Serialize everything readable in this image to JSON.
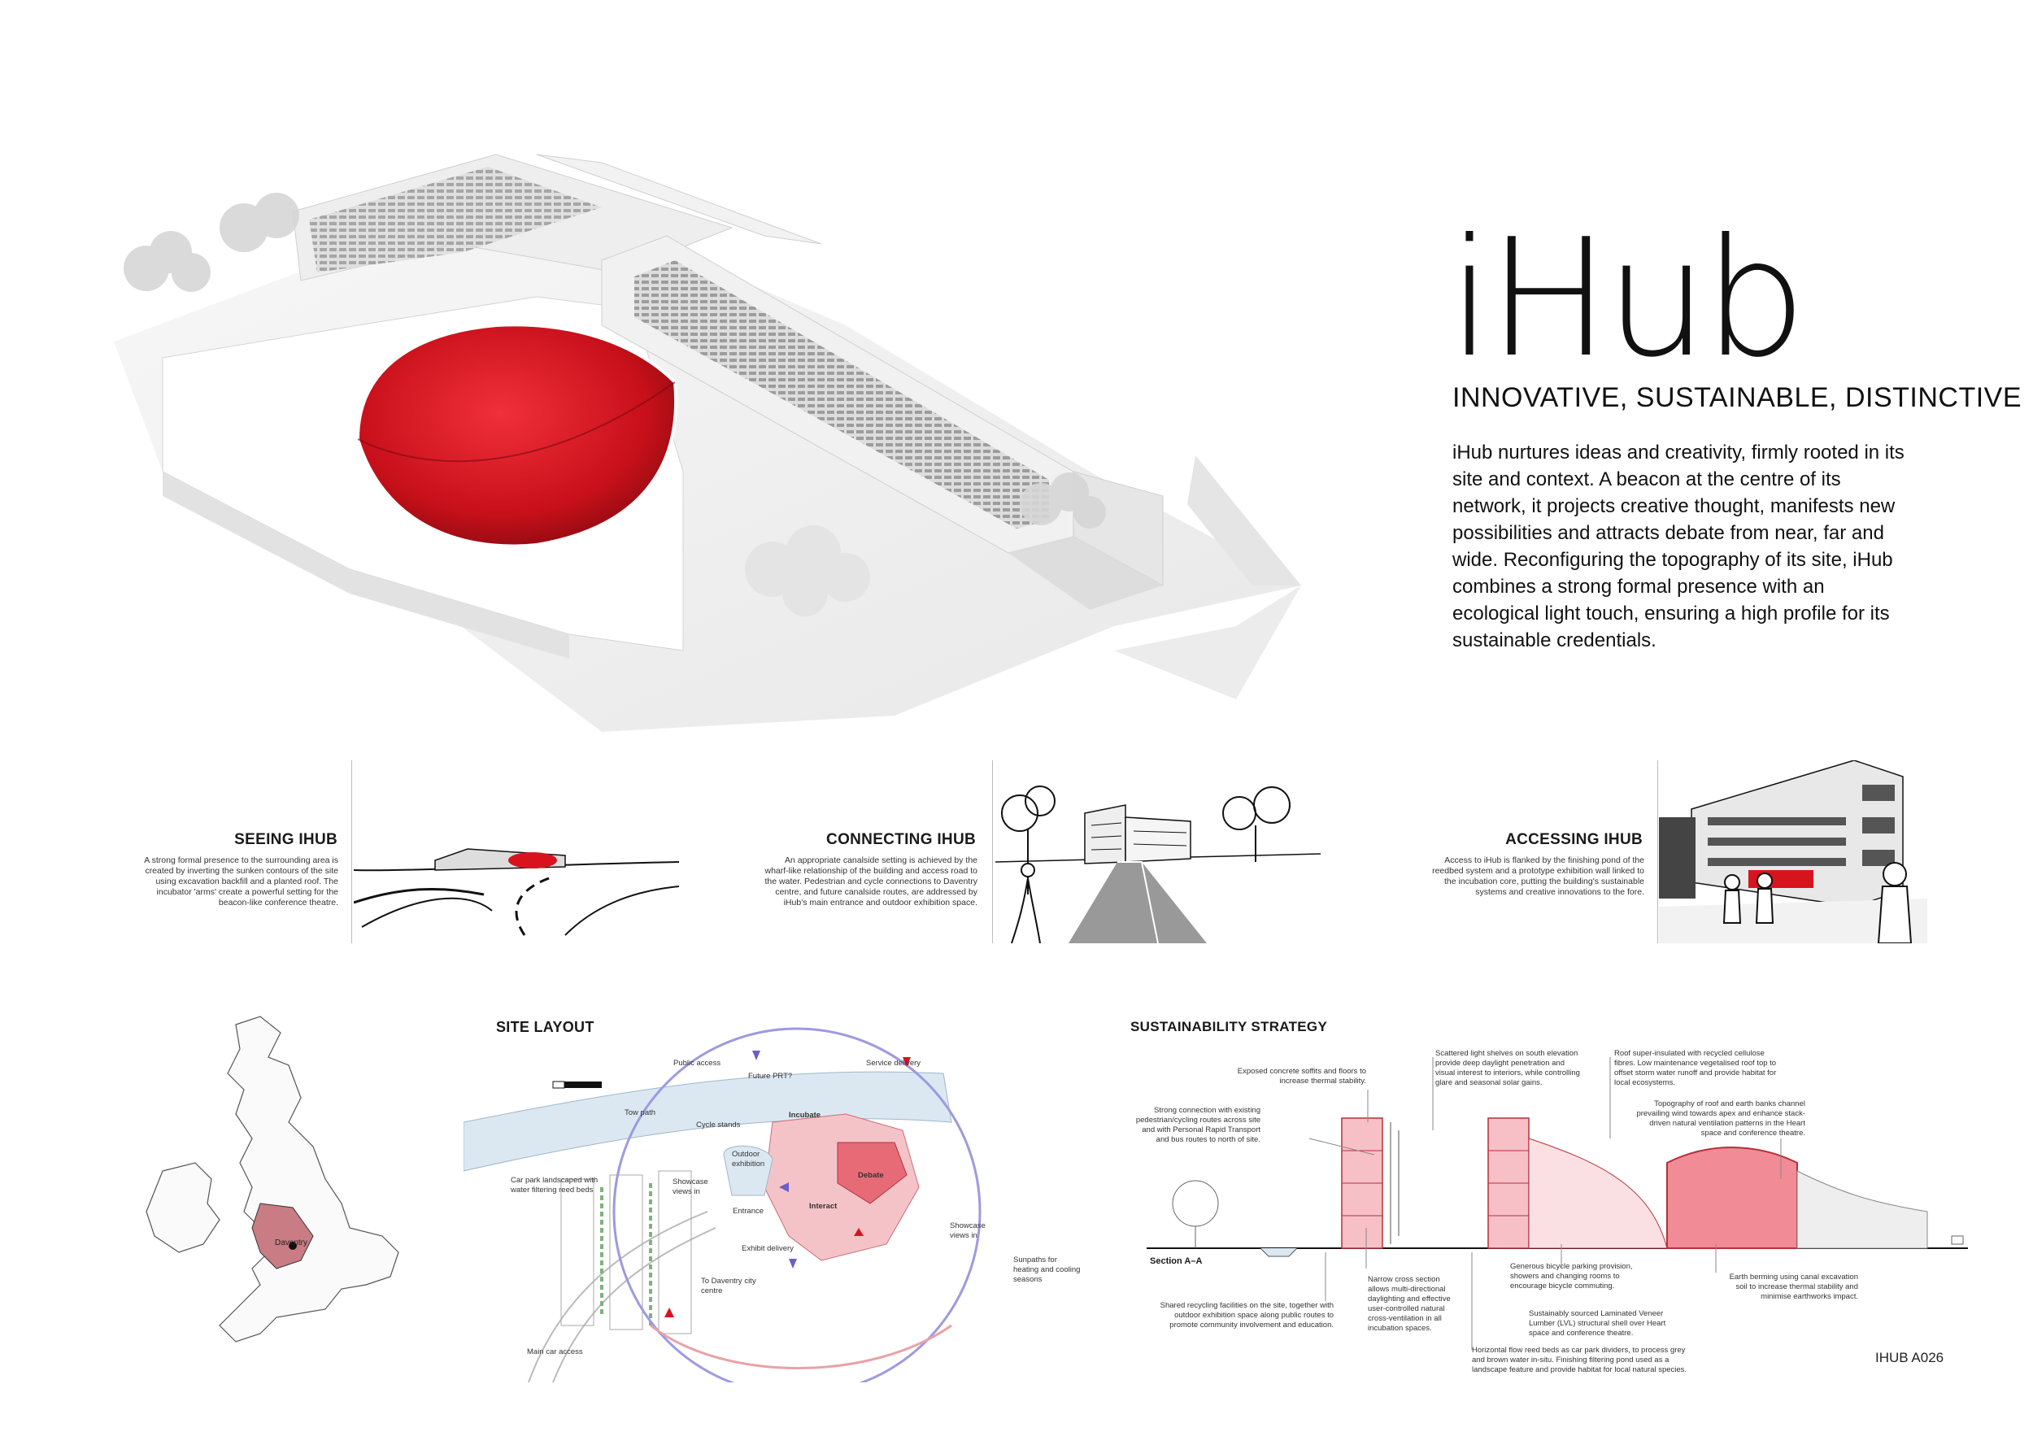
{
  "hero": {
    "title": "iHub",
    "subtitle": "INNOVATIVE, SUSTAINABLE, DISTINCTIVE",
    "intro": "iHub nurtures ideas and creativity, firmly rooted in its site and context. A beacon at the centre of its network, it projects creative thought, manifests new possibilities and attracts debate from near, far and wide. Reconfiguring the topography of its site, iHub combines a strong formal presence with an ecological light touch, ensuring a high profile for its sustainable credentials."
  },
  "panels": [
    {
      "heading": "SEEING IHUB",
      "text": "A strong formal presence to the surrounding area is created by inverting the sunken contours of the site using excavation backfill and a planted roof. The incubator 'arms' create a powerful setting for the beacon-like conference theatre."
    },
    {
      "heading": "CONNECTING IHUB",
      "text": "An appropriate canalside setting is achieved by the wharf-like relationship of the building and access road to the water. Pedestrian and cycle connections to Daventry centre, and future canalside routes, are addressed by iHub's main entrance and outdoor exhibition space."
    },
    {
      "heading": "ACCESSING IHUB",
      "text": "Access to iHub is flanked by the finishing pond of the reedbed system and a prototype exhibition wall linked to the incubation core, putting the building's sustainable systems and creative innovations to the fore."
    }
  ],
  "map": {
    "place_label": "Daventry"
  },
  "site_layout": {
    "heading": "SITE LAYOUT",
    "labels": {
      "public_access": "Public access",
      "future_prt": "Future PRT?",
      "service_delivery": "Service delivery",
      "tow_path": "Tow path",
      "cycle_stands": "Cycle stands",
      "incubate": "Incubate",
      "outdoor_exhibition": "Outdoor exhibition",
      "debate": "Debate",
      "car_park": "Car park landscaped with water filtering reed beds",
      "showcase_views_in": "Showcase views in",
      "entrance": "Entrance",
      "interact": "Interact",
      "exhibit_delivery": "Exhibit delivery",
      "showcase_views_in_2": "Showcase views in",
      "to_daventry": "To Daventry city centre",
      "sunpaths": "Sunpaths for heating and cooling seasons",
      "main_car_access": "Main car access"
    }
  },
  "sustainability": {
    "heading": "SUSTAINABILITY STRATEGY",
    "section_label": "Section A–A",
    "notes": {
      "n1": "Exposed concrete soffits and floors to increase thermal stability.",
      "n2": "Scattered light shelves on south elevation provide deep daylight penetration and visual interest to interiors, while controlling glare and seasonal solar gains.",
      "n3": "Roof super-insulated with recycled cellulose fibres. Low maintenance vegetalised roof top to offset storm water runoff and provide habitat for local ecosystems.",
      "n4": "Strong connection with existing pedestrian/cycling routes across site and with Personal Rapid Transport and bus routes to north of site.",
      "n5": "Topography of roof and earth banks channel prevailing wind towards apex and enhance stack-driven natural ventilation patterns in the Heart space and conference theatre.",
      "n6": "Narrow cross section allows multi-directional daylighting and effective user-controlled natural cross-ventilation in all incubation spaces.",
      "n7": "Generous bicycle parking provision, showers and changing rooms to encourage bicycle commuting.",
      "n8": "Earth berming using canal excavation soil to increase thermal stability and minimise earthworks impact.",
      "n9": "Shared recycling facilities on the site, together with outdoor exhibition space along public routes to promote community involvement and education.",
      "n10": "Sustainably sourced Laminated Veneer Lumber (LVL) structural shell over Heart space and conference theatre.",
      "n11": "Horizontal flow reed beds as car park dividers, to process grey and brown water in-situ. Finishing filtering pond used as a landscape feature and provide habitat for local natural species."
    }
  },
  "footer": {
    "sheet_id": "IHUB A026"
  },
  "colors": {
    "accent_red": "#d7141e",
    "pink": "#f3a9b0",
    "canal_blue": "#dbe8f2",
    "circle_blue": "#9d9ae0"
  }
}
